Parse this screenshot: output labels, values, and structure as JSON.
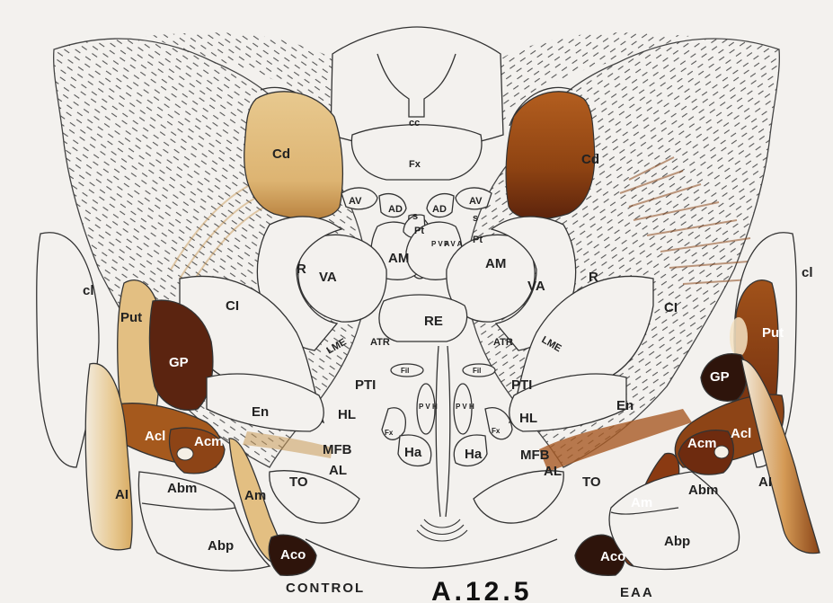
{
  "plate_number": "A.12.5",
  "captions": {
    "left": "CONTROL",
    "right": "EAA"
  },
  "colors": {
    "background": "#f3f1ee",
    "tan": "#e3bf82",
    "tan_dark": "#c9934f",
    "brown": "#9a4e1a",
    "brown_dark": "#5b2410",
    "near_black": "#2e140b",
    "outline": "#2a2a2a",
    "hatching": "#555555"
  },
  "labels": {
    "cc": "cc",
    "fx_top": "Fx",
    "cd_left": "Cd",
    "cd_right": "Cd",
    "av_left": "AV",
    "av_right": "AV",
    "ad_left": "AD",
    "ad_right": "AD",
    "s_left": "s",
    "s_right": "s",
    "pt_left": "Pt",
    "pt_right": "Pt",
    "pv_left": "P V A",
    "pv_right": "P V A",
    "am_left": "AM",
    "am_right": "AM",
    "va_left": "VA",
    "va_right": "VA",
    "r_left": "R",
    "r_right": "R",
    "re": "RE",
    "atr_left": "ATR",
    "atr_right": "ATR",
    "lme_left": "LME",
    "lme_right": "LME",
    "cl_left": "cl",
    "cl_right": "cl",
    "ci_left": "CI",
    "ci_right": "CI",
    "put_left": "Put",
    "put_right": "Put",
    "gp_left": "GP",
    "gp_right": "GP",
    "en_left": "En",
    "en_right": "En",
    "pti_left": "PTI",
    "pti_right": "PTI",
    "fil_left": "Fil",
    "fil_right": "Fil",
    "pvh_left": "P V H",
    "pvh_right": "P V H",
    "hl_left": "HL",
    "hl_right": "HL",
    "fx_left": "Fx",
    "fx_right": "Fx",
    "ha_left": "Ha",
    "ha_right": "Ha",
    "acl_left": "Acl",
    "acl_right": "Acl",
    "acm_left": "Acm",
    "acm_right": "Acm",
    "mfb_left": "MFB",
    "mfb_right": "MFB",
    "al_left": "AL",
    "al_right": "AL",
    "ai_left": "AI",
    "ai_right": "AI",
    "abm_left": "Abm",
    "abm_right": "Abm",
    "to_left": "TO",
    "to_right": "TO",
    "am_lower_left": "Am",
    "am_lower_right": "Am",
    "abp_left": "Abp",
    "abp_right": "Abp",
    "aco_left": "Aco",
    "aco_right": "Aco"
  }
}
